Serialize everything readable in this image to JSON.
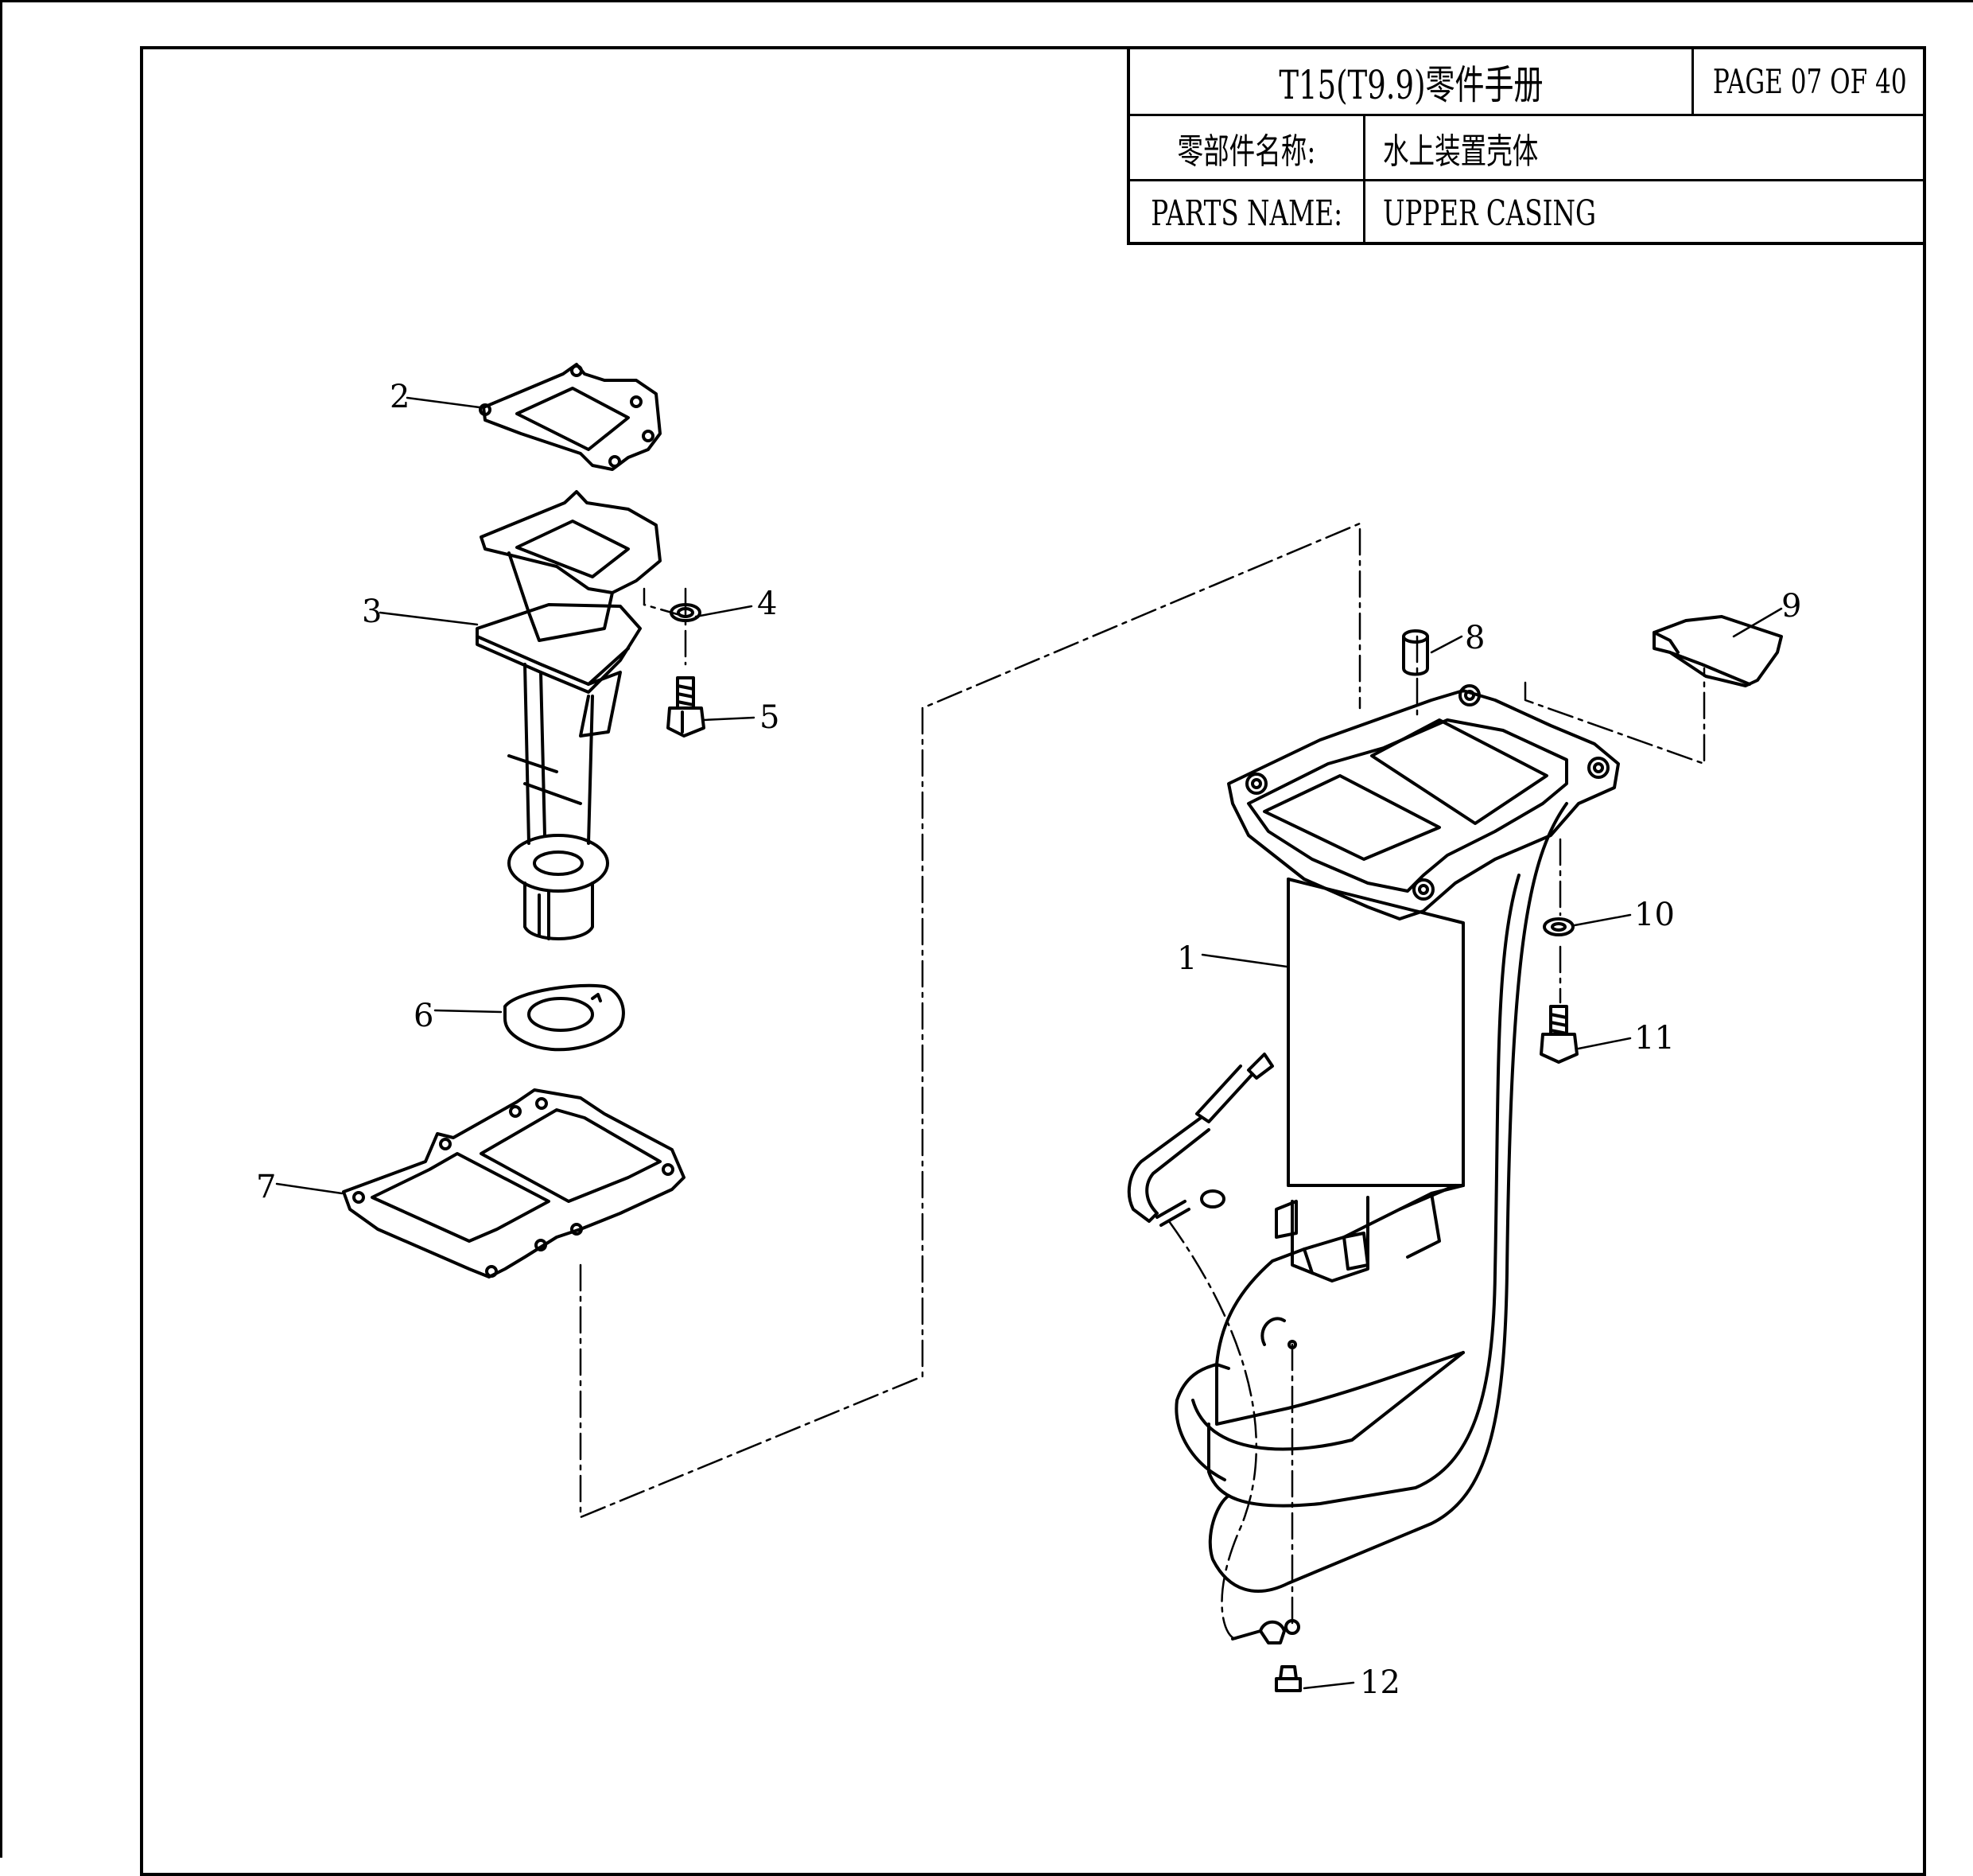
{
  "title_block": {
    "manual_title": "T15(T9.9)零件手册",
    "page_label": "PAGE 07 OF 40",
    "parts_name_label_cn": "零部件名称:",
    "parts_name_value_cn": "水上装置壳体",
    "parts_name_label_en": "PARTS NAME:",
    "parts_name_value_en": "UPPER CASING"
  },
  "callouts": {
    "c1": "1",
    "c2": "2",
    "c3": "3",
    "c4": "4",
    "c5": "5",
    "c6": "6",
    "c7": "7",
    "c8": "8",
    "c9": "9",
    "c10": "10",
    "c11": "11",
    "c12": "12"
  }
}
